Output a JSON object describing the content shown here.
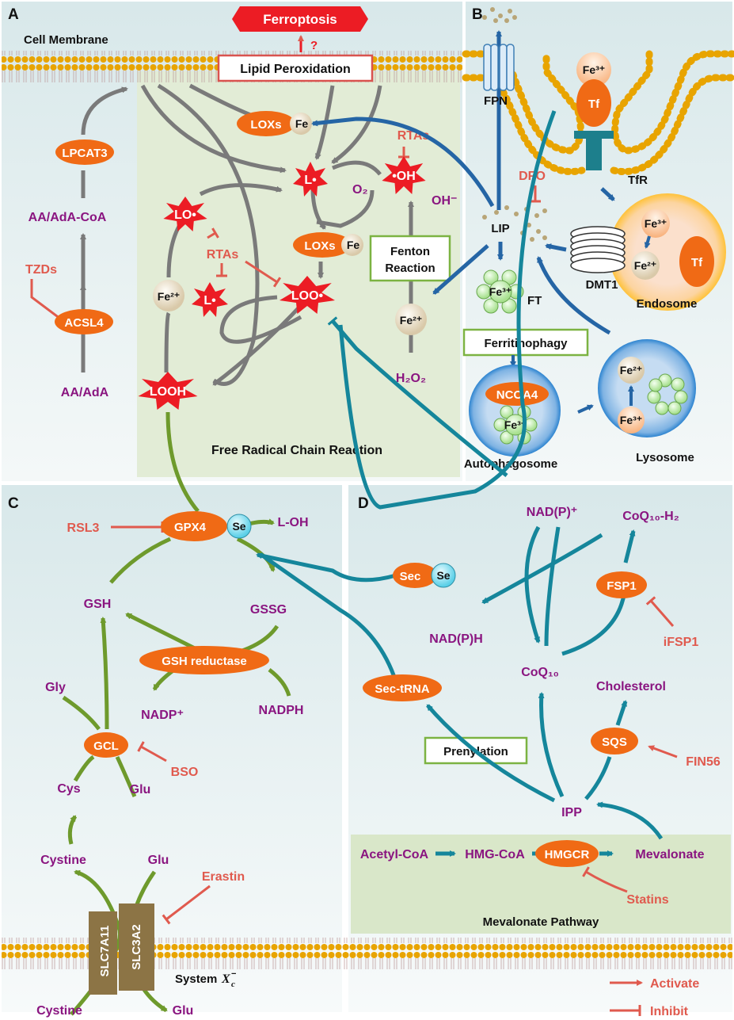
{
  "panels": {
    "a": "A",
    "b": "B",
    "c": "C",
    "d": "D"
  },
  "title": {
    "ferroptosis": "Ferroptosis",
    "lipid_peroxidation": "Lipid Peroxidation",
    "question": "?",
    "cell_membrane": "Cell Membrane"
  },
  "panel_a": {
    "lpcat3": "LPCAT3",
    "aa_coa": "AA/AdA-CoA",
    "tzds": "TZDs",
    "acsl4": "ACSL4",
    "aa_ada": "AA/AdA",
    "loxs1": "LOXs",
    "fe1": "Fe",
    "loxs2": "LOXs",
    "fe2": "Fe",
    "rtas_top": "RTAs",
    "rtas_mid": "RTAs",
    "l_rad": "L•",
    "oh_rad": "•OH",
    "lo_rad": "LO•",
    "l_rad2": "L•",
    "loo_rad": "LOO•",
    "looh": "LOOH",
    "o2": "O₂",
    "oh_minus": "OH⁻",
    "fe2_left": "Fe²⁺",
    "fe2_right": "Fe²⁺",
    "h2o2": "H₂O₂",
    "fenton_1": "Fenton",
    "fenton_2": "Reaction",
    "chain": "Free Radical Chain Reaction"
  },
  "panel_b": {
    "fpn": "FPN",
    "fe3_tf": "Fe³⁺",
    "tf": "Tf",
    "tfr": "TfR",
    "dfo": "DFO",
    "lip": "LIP",
    "dmt1": "DMT1",
    "endo_fe3": "Fe³⁺",
    "endo_fe2": "Fe²⁺",
    "endo_tf": "Tf",
    "endosome": "Endosome",
    "ft_fe3": "Fe³⁺",
    "ft": "FT",
    "ferritinophagy": "Ferritinophagy",
    "ncoa4": "NCOA4",
    "auto_fe3": "Fe³⁺",
    "autophagosome": "Autophagosome",
    "lyso_fe2": "Fe²⁺",
    "lyso_fe3": "Fe³⁺",
    "lysosome": "Lysosome"
  },
  "panel_c": {
    "rsl3": "RSL3",
    "gpx4": "GPX4",
    "se": "Se",
    "loh": "L-OH",
    "gsh": "GSH",
    "gssg": "GSSG",
    "gsh_reductase": "GSH reductase",
    "gly": "Gly",
    "nadp": "NADP⁺",
    "nadph": "NADPH",
    "gcl": "GCL",
    "bso": "BSO",
    "cys": "Cys",
    "glu1": "Glu",
    "cystine": "Cystine",
    "glu2": "Glu",
    "erastin": "Erastin",
    "slc7a11": "SLC7A11",
    "slc3a2": "SLC3A2",
    "system": "System",
    "system_sub": "c",
    "system_sup": "−",
    "cystine_out": "Cystine",
    "glu_out": "Glu"
  },
  "panel_d": {
    "nadp_plus": "NAD(P)⁺",
    "coq10h2": "CoQ₁₀-H₂",
    "sec": "Sec",
    "se": "Se",
    "fsp1": "FSP1",
    "ifsp1": "iFSP1",
    "nadph": "NAD(P)H",
    "coq10": "CoQ₁₀",
    "sec_trna": "Sec-tRNA",
    "cholesterol": "Cholesterol",
    "prenylation": "Prenylation",
    "sqs": "SQS",
    "fin56": "FIN56",
    "ipp": "IPP",
    "acetyl": "Acetyl-CoA",
    "hmg": "HMG-CoA",
    "hmgcr": "HMGCR",
    "mevalonate": "Mevalonate",
    "statins": "Statins",
    "mev_path": "Mevalonate Pathway"
  },
  "legend": {
    "activate": "Activate",
    "inhibit": "Inhibit"
  },
  "colors": {
    "grey_arrow": "#7a7a7a",
    "green_arrow": "#6e9a2c",
    "teal_arrow": "#15869b",
    "blue_arrow": "#2565a5",
    "inhibit": "#e05a4e",
    "enzyme": "#f06a15",
    "radical": "#ec1c24",
    "purple_text": "#8a1580"
  }
}
